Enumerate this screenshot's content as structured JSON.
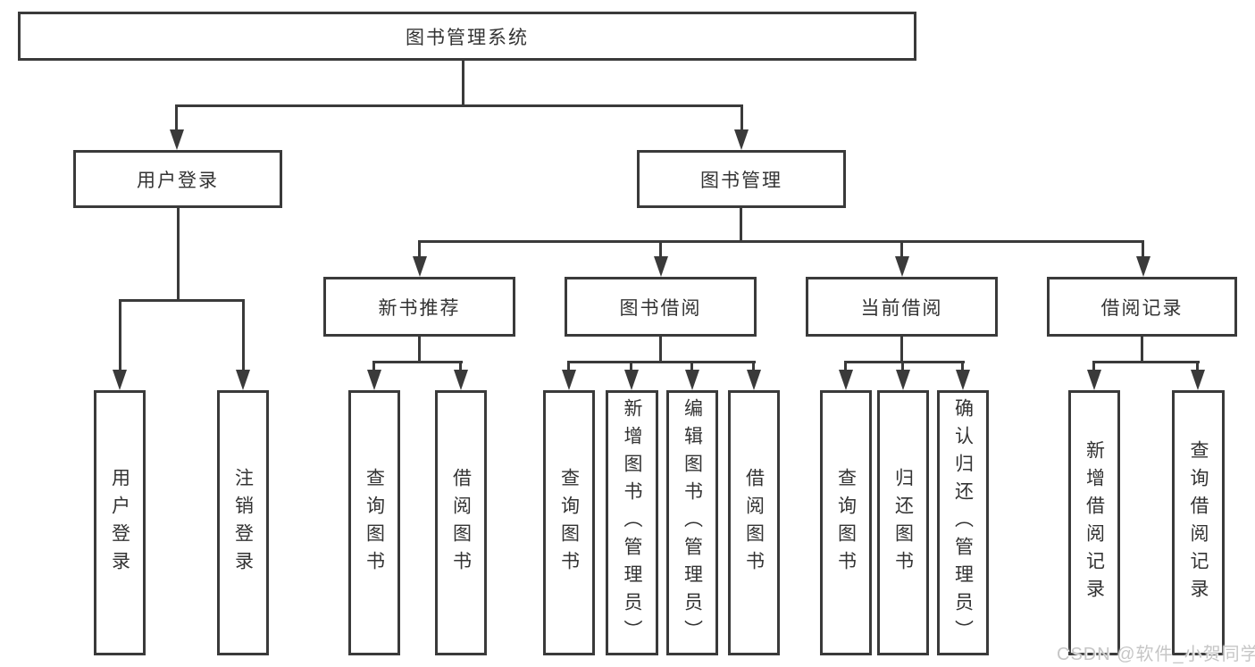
{
  "diagram": {
    "title_node": {
      "id": "root",
      "label": "图书管理系统"
    },
    "level2": [
      {
        "id": "user-login",
        "parent": "root",
        "label": "用户登录"
      },
      {
        "id": "book-management",
        "parent": "root",
        "label": "图书管理"
      }
    ],
    "level3": [
      {
        "id": "new-book-recommend",
        "parent": "book-management",
        "label": "新书推荐"
      },
      {
        "id": "book-borrowing",
        "parent": "book-management",
        "label": "图书借阅"
      },
      {
        "id": "current-borrowing",
        "parent": "book-management",
        "label": "当前借阅"
      },
      {
        "id": "borrow-records",
        "parent": "book-management",
        "label": "借阅记录"
      }
    ],
    "leaves": [
      {
        "id": "leaf-user-login",
        "parent": "user-login",
        "label": "用户登录"
      },
      {
        "id": "leaf-logout",
        "parent": "user-login",
        "label": "注销登录"
      },
      {
        "id": "leaf-query-books-1",
        "parent": "new-book-recommend",
        "label": "查询图书"
      },
      {
        "id": "leaf-borrow-books-1",
        "parent": "new-book-recommend",
        "label": "借阅图书"
      },
      {
        "id": "leaf-query-books-2",
        "parent": "book-borrowing",
        "label": "查询图书"
      },
      {
        "id": "leaf-add-books-admin",
        "parent": "book-borrowing",
        "label": "新增图书（管理员）"
      },
      {
        "id": "leaf-edit-books-admin",
        "parent": "book-borrowing",
        "label": "编辑图书（管理员）"
      },
      {
        "id": "leaf-borrow-books-2",
        "parent": "book-borrowing",
        "label": "借阅图书"
      },
      {
        "id": "leaf-query-books-3",
        "parent": "current-borrowing",
        "label": "查询图书"
      },
      {
        "id": "leaf-return-books",
        "parent": "current-borrowing",
        "label": "归还图书"
      },
      {
        "id": "leaf-confirm-return-admin",
        "parent": "current-borrowing",
        "label": "确认归还（管理员）"
      },
      {
        "id": "leaf-add-borrow-record",
        "parent": "borrow-records",
        "label": "新增借阅记录"
      },
      {
        "id": "leaf-query-borrow-record",
        "parent": "borrow-records",
        "label": "查询借阅记录"
      }
    ]
  },
  "watermark": {
    "text": "CSDN @软件_小贺同学"
  },
  "colors": {
    "line": "#3a3a3a",
    "text": "#333333",
    "background": "#ffffff",
    "watermark": "#c6c6c6"
  }
}
